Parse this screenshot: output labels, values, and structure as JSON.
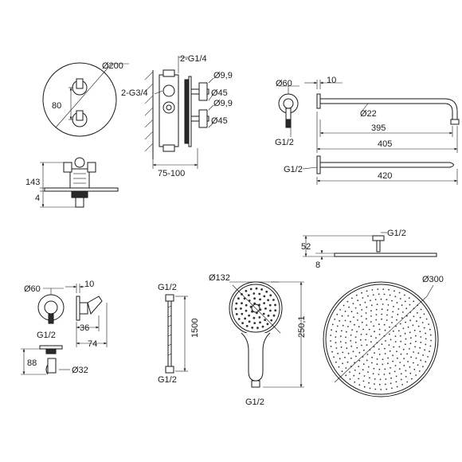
{
  "diagram": {
    "mixer": {
      "dia_plate": "Ø200",
      "spacing": "80",
      "height": "143",
      "depth": "4",
      "outlet": "2-G1/4",
      "inlet": "2-G3/4",
      "dia_small_1": "Ø9,9",
      "dia_45_1": "Ø45",
      "dia_small_2": "Ø9,9",
      "dia_45_2": "Ø45",
      "install_depth": "75-100"
    },
    "shower_arm": {
      "dia_flange": "Ø60",
      "flange_thk": "10",
      "dia_tube": "Ø22",
      "reach_1": "395",
      "reach_2": "405",
      "total_len": "420",
      "thread_1": "G1/2",
      "thread_2": "G1/2"
    },
    "wall_outlet": {
      "dia_flange": "Ø60",
      "flange_thk": "10",
      "thread": "G1/2",
      "depth": "36",
      "total": "74",
      "holder_h": "88",
      "holder_dia": "Ø32"
    },
    "hose": {
      "thread_top": "G1/2",
      "length": "1500",
      "thread_bottom": "G1/2"
    },
    "hand_shower": {
      "dia_head": "Ø132",
      "length": "250,1",
      "thread": "G1/2"
    },
    "rain_shower": {
      "thread": "G1/2",
      "height": "52",
      "thickness": "8",
      "dia": "Ø300"
    }
  }
}
